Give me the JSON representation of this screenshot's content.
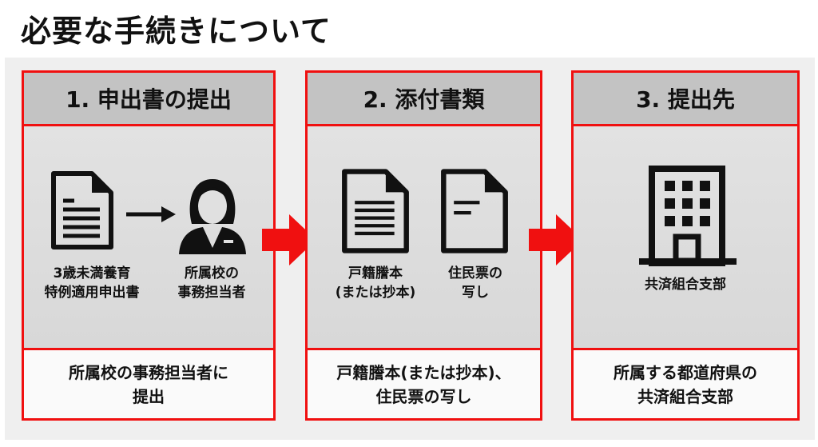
{
  "title": "必要な手続きについて",
  "steps": [
    {
      "header": "1. 申出書の提出",
      "items": [
        {
          "label_lines": [
            "3歳未満養育",
            "特例適用申出書"
          ]
        },
        {
          "label_lines": [
            "所属校の",
            "事務担当者"
          ]
        }
      ],
      "footer_lines": [
        "所属校の事務担当者に",
        "提出"
      ]
    },
    {
      "header": "2. 添付書類",
      "items": [
        {
          "label_lines": [
            "戸籍謄本",
            "(または抄本)"
          ]
        },
        {
          "label_lines": [
            "住民票の",
            "写し"
          ]
        }
      ],
      "footer_lines": [
        "戸籍謄本(または抄本)、",
        "住民票の写し"
      ]
    },
    {
      "header": "3. 提出先",
      "items": [
        {
          "label_lines": [
            "共済組合支部"
          ]
        }
      ],
      "footer_lines": [
        "所属する都道府県の",
        "共済組合支部"
      ]
    }
  ],
  "colors": {
    "accent": "#f01010",
    "header_bg": "#c3c3c3",
    "body_bg": "#dedede"
  }
}
